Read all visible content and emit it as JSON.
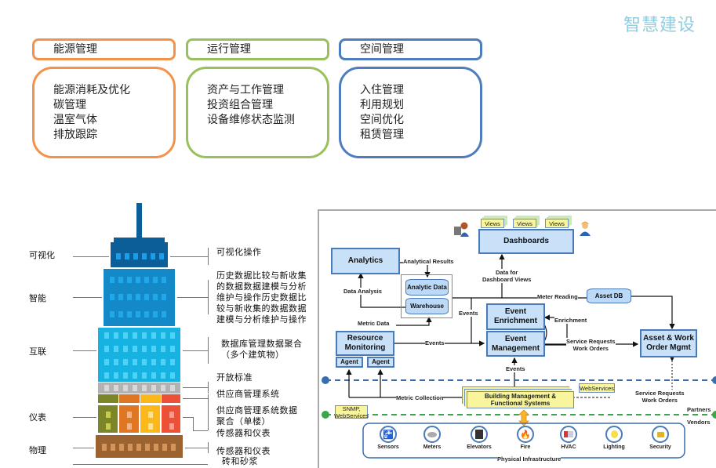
{
  "title": "智慧建设",
  "categories": [
    {
      "header": "能源管理",
      "items": [
        "能源消耗及优化",
        "碳管理",
        "温室气体",
        "排放跟踪"
      ],
      "color": "#f4914a"
    },
    {
      "header": "运行管理",
      "items": [
        "资产与工作管理",
        "投资组合管理",
        "设备维修状态监测"
      ],
      "color": "#98c05c"
    },
    {
      "header": "空间管理",
      "items": [
        "入住管理",
        "利用规划",
        "空间优化",
        "租赁管理"
      ],
      "color": "#4d7dbd"
    }
  ],
  "building": {
    "left_labels": [
      "可视化",
      "智能",
      "互联",
      "仪表",
      "物理"
    ],
    "right_labels": {
      "visualization": "可视化操作",
      "intelligence": [
        "历史数据比较与新收集",
        "的数据数据建模与分析",
        "维护与操作历史数据比",
        "较与新收集的数据数据",
        "建模与分析维护与操作"
      ],
      "connectivity": [
        "数据库管理数据聚合",
        "（多个建筑物）"
      ],
      "open_standards": "开放标准",
      "vendor_systems": "供应商管理系统",
      "vendor_aggregation": [
        "供应商管理系统数据",
        "聚合（单楼）"
      ],
      "sensors_meters_1": "传感器和仪表",
      "sensors_meters_2": "传感器和仪表",
      "bricks": "砖和砂浆"
    },
    "colors": {
      "top": "#0b5e98",
      "intelligence": "#1389c8",
      "connectivity": "#16b3e2",
      "standards": "#b2b2b2",
      "olive": "#7d8529",
      "orange": "#de7624",
      "yellow": "#fbb81b",
      "red": "#ec5138",
      "brown": "#9c6230"
    }
  },
  "diagram": {
    "dashboards": "Dashboards",
    "views": [
      "Views",
      "Views",
      "Views"
    ],
    "analytics": "Analytics",
    "analytical_results": "Analytical Results",
    "analytic_data": "Analytic Data",
    "warehouse": "Warehouse",
    "data_analysis": "Data Analysis",
    "data_for_dashboard": [
      "Data for",
      "Dashboard Views"
    ],
    "meter_reading": "Meter Reading",
    "asset_db": "Asset DB",
    "events_1": "Events",
    "event_enrichment": [
      "Event",
      "Enrichment"
    ],
    "enrichment": "Enrichment",
    "metric_data": "Metric Data",
    "resource_monitoring": [
      "Resource",
      "Monitoring"
    ],
    "agents": [
      "Agent",
      "Agent"
    ],
    "events_2": "Events",
    "event_management": [
      "Event",
      "Management"
    ],
    "service_requests_1": [
      "Service Requests",
      "Work Orders"
    ],
    "asset_work_order": [
      "Asset & Work",
      "Order Mgmt"
    ],
    "events_3": "Events",
    "metric_collection": "Metric Collection",
    "building_mgmt": [
      "Building Management &",
      "Functional Systems"
    ],
    "webservices": "WebServices",
    "service_requests_2": [
      "Service Requests",
      "Work Orders"
    ],
    "snmp": [
      "SNMP,",
      "WebServices"
    ],
    "partners": "Partners",
    "vendors": "Vendors",
    "physical_infrastructure": "Physical Infrastructure",
    "infrastructure": [
      {
        "label": "Sensors",
        "icon": "faucet-icon"
      },
      {
        "label": "Meters",
        "icon": "meter-icon"
      },
      {
        "label": "Elevators",
        "icon": "elevator-icon"
      },
      {
        "label": "Fire",
        "icon": "fire-icon"
      },
      {
        "label": "HVAC",
        "icon": "hvac-icon"
      },
      {
        "label": "Lighting",
        "icon": "lightbulb-icon"
      },
      {
        "label": "Security",
        "icon": "padlock-icon"
      }
    ]
  }
}
